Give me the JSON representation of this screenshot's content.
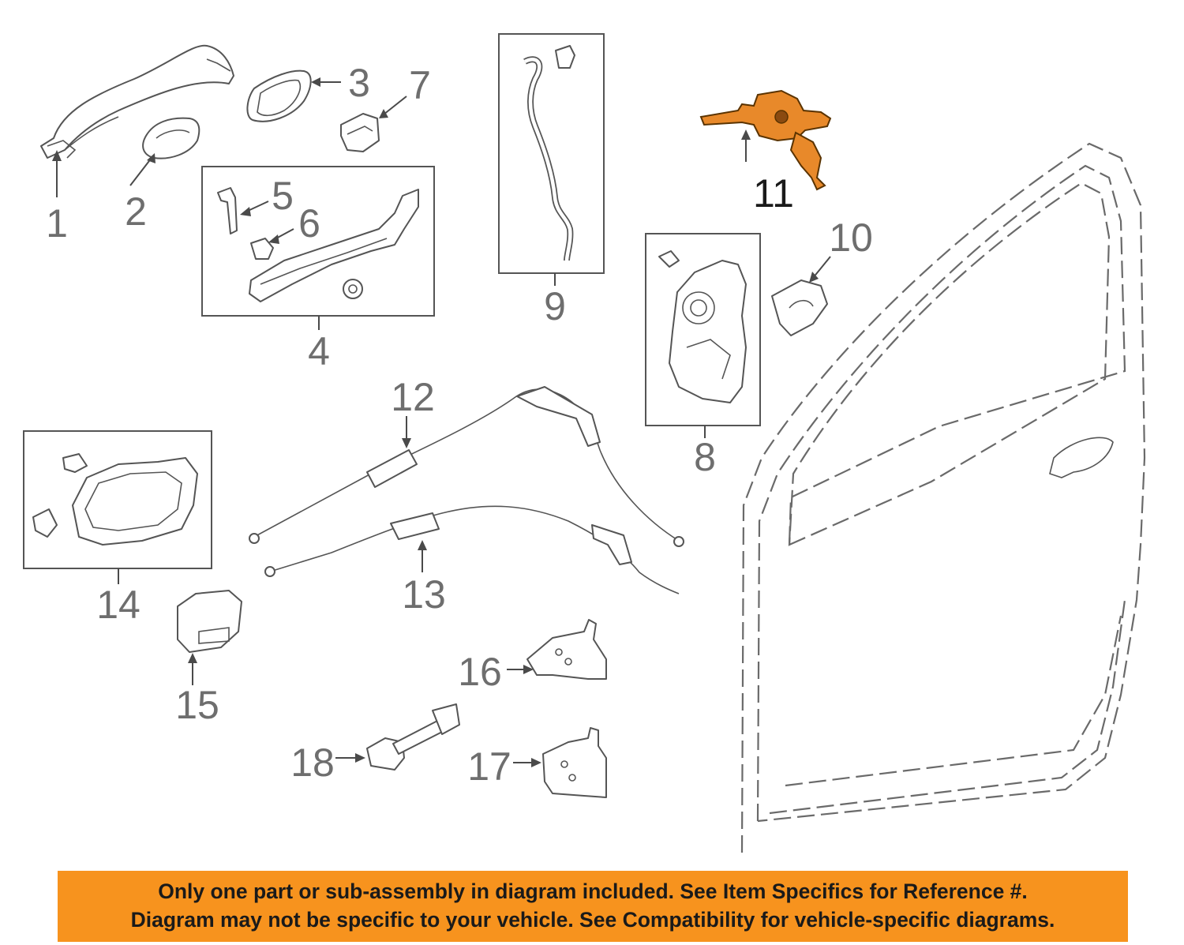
{
  "diagram": {
    "callouts": {
      "c1": "1",
      "c2": "2",
      "c3": "3",
      "c4": "4",
      "c5": "5",
      "c6": "6",
      "c7": "7",
      "c8": "8",
      "c9": "9",
      "c10": "10",
      "c11": "11",
      "c12": "12",
      "c13": "13",
      "c14": "14",
      "c15": "15",
      "c16": "16",
      "c17": "17",
      "c18": "18"
    },
    "highlighted_part": "11",
    "highlight_color": "#e8892a",
    "line_color": "#555555"
  },
  "notice": {
    "line1": "Only one part or sub-assembly in diagram included. See Item Specifics for Reference #.",
    "line2": "Diagram may not be specific to your vehicle. See Compatibility for vehicle-specific diagrams.",
    "background": "#f7931e"
  }
}
